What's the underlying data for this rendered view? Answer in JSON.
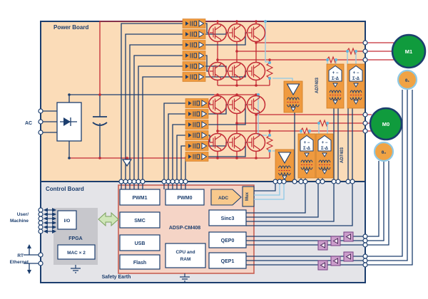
{
  "colors": {
    "navy": "#1c3e6e",
    "red": "#c32a34",
    "cyan": "#8ec9e6",
    "peach": "#fbdcb8",
    "orange": "#ef9a3f",
    "adc_orange": "#f8c98d",
    "board_gray": "#e4e4e8",
    "fpga_gray": "#c7c7cc",
    "pink": "#f5d4c6",
    "pink_border": "#c4584c",
    "motor_green": "#109b3d",
    "encoder_orange": "#f0a344",
    "purple": "#cc9ecb",
    "arrow_green": "#cfe6b9"
  },
  "power_board": {
    "title": "Power Board",
    "ac_label": "AC",
    "ad7403_top": "AD7403",
    "ad7403_bottom": "AD7403"
  },
  "sigma_delta": {
    "signs": "+ −",
    "label": "Σ-Δ"
  },
  "motors": {
    "m1": "M1",
    "m0": "M0",
    "enc1": "θ₁",
    "enc0": "θ₀"
  },
  "control_board": {
    "title": "Control Board",
    "safety_earth": "Safety Earth",
    "fpga": {
      "title": "FPGA",
      "io": "I/O",
      "mac": "MAC × 2"
    },
    "adsp": {
      "title": "ADSP-CM408",
      "pwm1": "PWM1",
      "pwm0": "PWM0",
      "adc": "ADC",
      "mux": "Mux",
      "smc": "SMC",
      "usb": "USB",
      "flash": "Flash",
      "cpu1": "CPU and",
      "cpu2": "RAM",
      "sinc3": "Sinc3",
      "qep0": "QEP0",
      "qep1": "QEP1"
    }
  },
  "io_labels": {
    "user1": "User/",
    "user2": "Machine",
    "rt1": "RT",
    "rt2": "Ethernet"
  }
}
